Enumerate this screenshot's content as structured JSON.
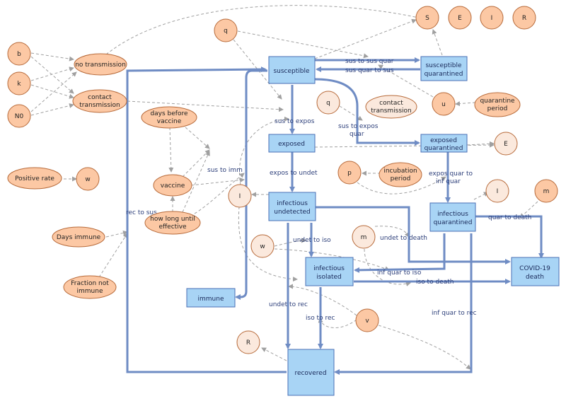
{
  "colors": {
    "stock_fill": "#a8d4f5",
    "stock_stroke": "#4a6fb5",
    "aux_fill": "#fcc8a4",
    "ghost_fill": "#fbe9dd",
    "flow": "#6f8cc4",
    "link": "#a0a0a0"
  },
  "stocks": {
    "susceptible": "susceptible",
    "susceptible_quarantined": [
      "susceptible",
      "quarantined"
    ],
    "exposed": "exposed",
    "exposed_quarantined": [
      "exposed",
      "quarantined"
    ],
    "infectious_undetected": [
      "infectious",
      "undetected"
    ],
    "infectious_quarantined": [
      "infectious",
      "quarantined"
    ],
    "infectious_isolated": [
      "infectious",
      "isolated"
    ],
    "covid_death": [
      "COVID-19",
      "death"
    ],
    "immune": "immune",
    "recovered": "recovered"
  },
  "variables": {
    "b": "b",
    "k": "k",
    "n0": "N0",
    "no_transmission": "no transmission",
    "contact_transmission": [
      "contact",
      "transmission"
    ],
    "positive_rate": "Positive rate",
    "w": "w",
    "days_before_vaccine": [
      "days before",
      "vaccine"
    ],
    "vaccine": "vaccine",
    "how_long_until_effective": [
      "how long until",
      "effective"
    ],
    "days_immune": "Days immune",
    "fraction_not_immune": [
      "Fraction not",
      "immune"
    ],
    "q_top": "q",
    "quarantine_period": [
      "quarantine",
      "period"
    ],
    "u": "u",
    "incubation_period": [
      "incubation",
      "period"
    ],
    "p": "p",
    "m_right": "m",
    "v": "v",
    "seir_s": "S",
    "seir_e": "E",
    "seir_i": "I",
    "seir_r": "R"
  },
  "ghosts": {
    "q": "q",
    "contact_transmission": [
      "contact",
      "transmission"
    ],
    "e": "E",
    "i_right": "I",
    "i_left": "I",
    "w": "w",
    "m": "m",
    "r": "R"
  },
  "flows": {
    "sus_to_sus_quar": "sus to sus quar",
    "sus_quar_to_sus": "sus quar to sus",
    "sus_to_expos": "sus to expos",
    "sus_to_expos_quar": [
      "sus to expos",
      "quar"
    ],
    "expos_to_undet": "expos to undet",
    "expos_quar_to_inf_quar": [
      "expos quar to",
      "inf quar"
    ],
    "sus_to_imm": "sus to imm",
    "rec_to_sus": "rec to sus",
    "undet_to_iso": "undet to iso",
    "undet_to_death": "undet to death",
    "quar_to_death": "quar to death",
    "inf_quar_to_iso": "inf quar to iso",
    "iso_to_death": "iso to death",
    "undet_to_rec": "undet to rec",
    "iso_to_rec": "iso to rec",
    "inf_quar_to_rec": "inf quar to rec"
  }
}
